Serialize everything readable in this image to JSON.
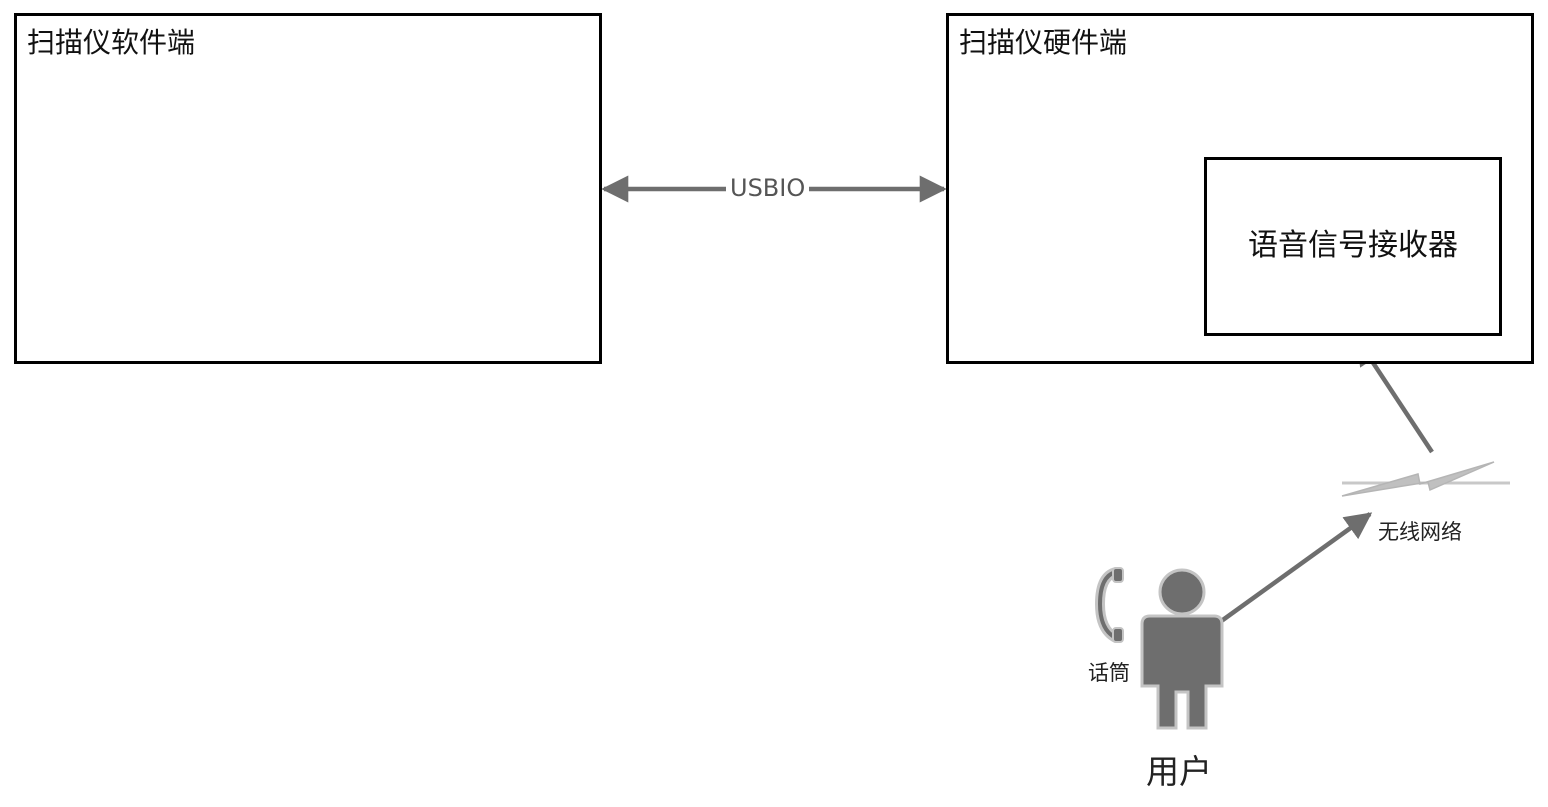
{
  "nodes": {
    "software": {
      "title": "扫描仪软件端"
    },
    "hardware": {
      "title": "扫描仪硬件端"
    },
    "receiver": {
      "label": "语音信号接收器"
    }
  },
  "edges": {
    "usb": {
      "label": "USBIO"
    },
    "wireless": {
      "label": "无线网络"
    }
  },
  "user": {
    "label": "用户",
    "handset_label": "话筒"
  },
  "icons": {
    "person": "person-icon",
    "handset": "telephone-handset-icon",
    "wireless": "lightning-bolt-icon"
  },
  "colors": {
    "arrow": "#6e6e6e",
    "person_fill": "#6e6e6e",
    "person_outline": "#c4c4c4",
    "bolt": "#c0c0c0"
  }
}
